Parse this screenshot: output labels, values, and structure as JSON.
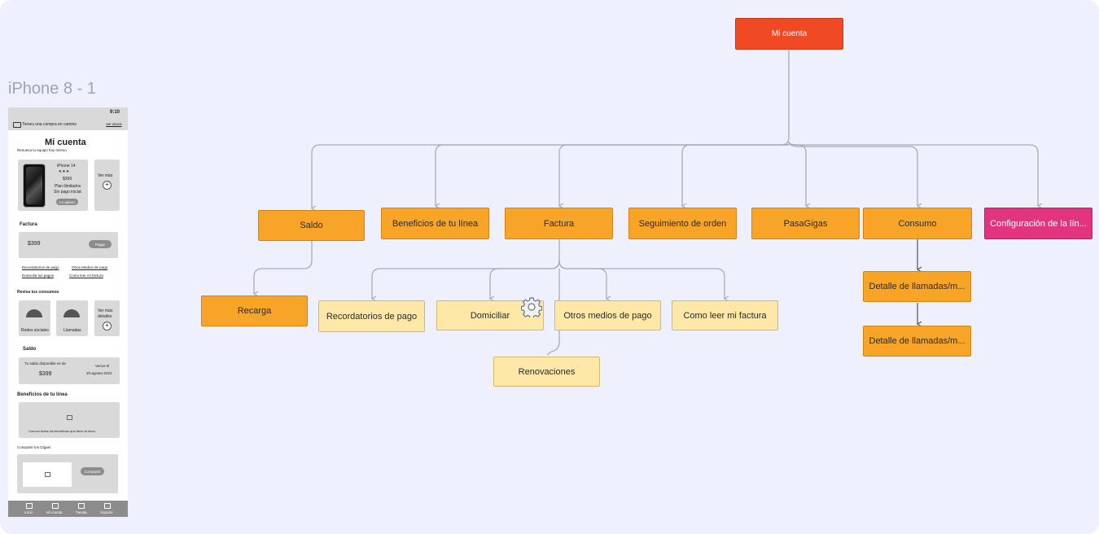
{
  "diagram": {
    "frame_label": "iPhone 8 - 1",
    "nodes": {
      "root": "Mi cuenta",
      "saldo": "Saldo",
      "beneficios": "Beneficios de tu línea",
      "factura": "Factura",
      "seguimiento": "Seguimiento de orden",
      "pasagigas": "PasaGigas",
      "consumo": "Consumo",
      "configuracion": "Configuración de la lín...",
      "recarga": "Recarga",
      "recordatorios": "Recordatorios de pago",
      "domiciliar": "Domiciliar",
      "renovaciones": "Renovaciones",
      "otros_medios": "Otros medios de pago",
      "como_leer": "Como leer mi factura",
      "detalle1": "Detalle de llamadas/m...",
      "detalle2": "Detalle de llamadas/m..."
    },
    "colors": {
      "background": "#eef0fd",
      "root": "#ef4a24",
      "primary": "#f7a427",
      "accent": "#e33480",
      "secondary": "#fde8a8",
      "connector": "#a9abb6"
    }
  },
  "phone": {
    "time": "9:10",
    "banner_text": "Tienes una compra en camino",
    "banner_link": "Ver ahora",
    "title": "Mi cuenta",
    "subtitle": "Renueva tu equipo hoy mismo",
    "promo": {
      "model": "iPhone 14",
      "price": "$399",
      "plan": "Plan ilimitados",
      "no_payment": "Sin pago inicial",
      "cta": "Lo quiero",
      "more": "Ver más"
    },
    "factura": {
      "heading": "Factura",
      "amount": "$399",
      "pay": "Pagar",
      "links": [
        "Recordatorios de pago",
        "Otros Medios de pago",
        "Domicilia tus pagos",
        "Como leer mi factura"
      ]
    },
    "consumos": {
      "heading": "Revisa tus consumos",
      "card1": "Redes sociales",
      "card2": "Llamadas",
      "more_line1": "Ver más",
      "more_line2": "detalles"
    },
    "saldo": {
      "heading": "Saldo",
      "available": "Tu saldo disponible es de",
      "amount": "$399",
      "expires": "Vence el",
      "date": "20-agosto-2022"
    },
    "beneficios": {
      "heading": "Beneficios de tu línea",
      "text": "Conoce todos los beneficios que tiene tu línea"
    },
    "compartir": {
      "heading": "Comparte tus Gigas!",
      "button": "Compartir"
    },
    "nav": [
      "Inicio",
      "Mi cuenta",
      "Tienda",
      "Soporte"
    ]
  }
}
